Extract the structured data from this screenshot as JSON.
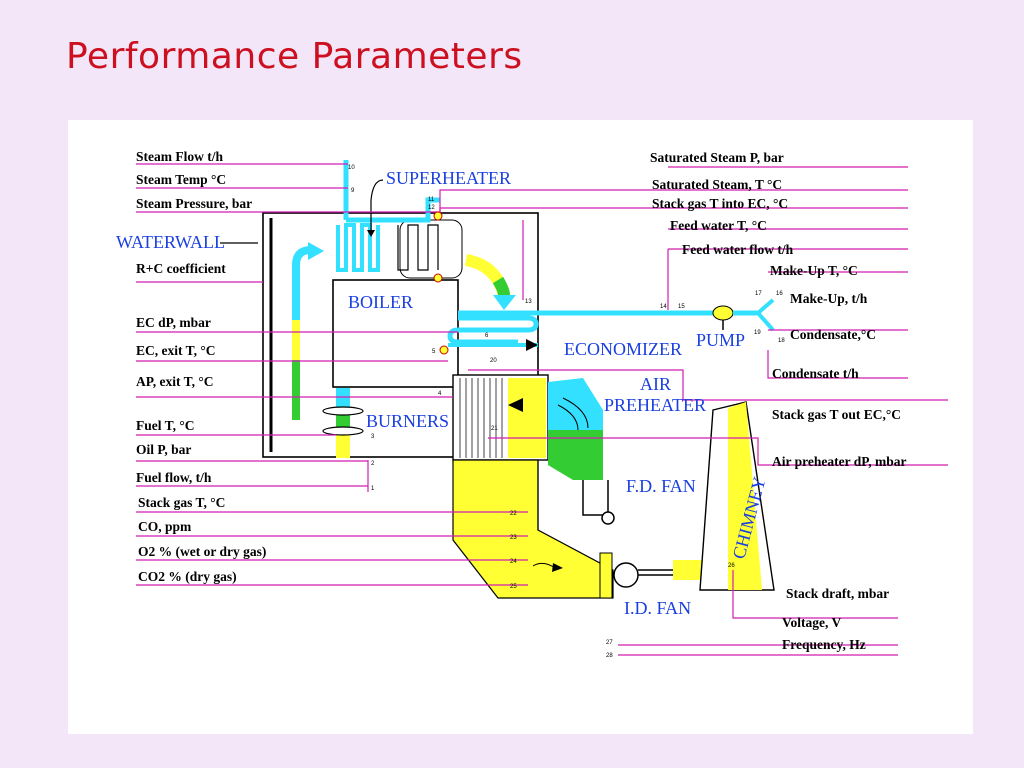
{
  "title": "Performance Parameters",
  "components": {
    "waterwall": "WATERWALL",
    "superheater": "SUPERHEATER",
    "boiler": "BOILER",
    "economizer": "ECONOMIZER",
    "pump": "PUMP",
    "air_preheater_1": "AIR",
    "air_preheater_2": "PREHEATER",
    "burners": "BURNERS",
    "fd_fan": "F.D. FAN",
    "id_fan": "I.D. FAN",
    "chimney": "CHIMNEY"
  },
  "left_labels": [
    "Steam Flow t/h",
    "Steam Temp °C",
    "Steam Pressure, bar",
    "R+C coefficient",
    "EC dP, mbar",
    "EC, exit T, °C",
    "AP, exit T, °C",
    "Fuel T, °C",
    "Oil P, bar",
    "Fuel flow, t/h",
    "Stack gas T, °C",
    "CO, ppm",
    "O2 % (wet or dry gas)",
    "CO2 % (dry gas)"
  ],
  "right_labels": [
    "Saturated Steam P, bar",
    "Saturated Steam, T °C",
    "Stack gas T into EC, °C",
    "Feed water T, °C",
    "Feed water flow t/h",
    "Make-Up T, °C",
    "Make-Up, t/h",
    "Condensate,°C",
    "Condensate t/h",
    "Stack gas T out EC,°C",
    "Air preheater dP, mbar",
    "Stack draft, mbar",
    "Voltage, V",
    "Frequency, Hz"
  ],
  "point_numbers": [
    "1",
    "2",
    "3",
    "4",
    "5",
    "6",
    "9",
    "10",
    "11",
    "12",
    "13",
    "14",
    "15",
    "16",
    "17",
    "18",
    "19",
    "20",
    "21",
    "22",
    "23",
    "24",
    "25",
    "26",
    "27",
    "28"
  ],
  "colors": {
    "title": "#cc1020",
    "background": "#f3e6f8",
    "water": "#33e0ff",
    "gas_yellow": "#ffff33",
    "air_green": "#33cc33",
    "label_blue": "#1a3fe0",
    "leader_pink": "#d21fb0"
  }
}
